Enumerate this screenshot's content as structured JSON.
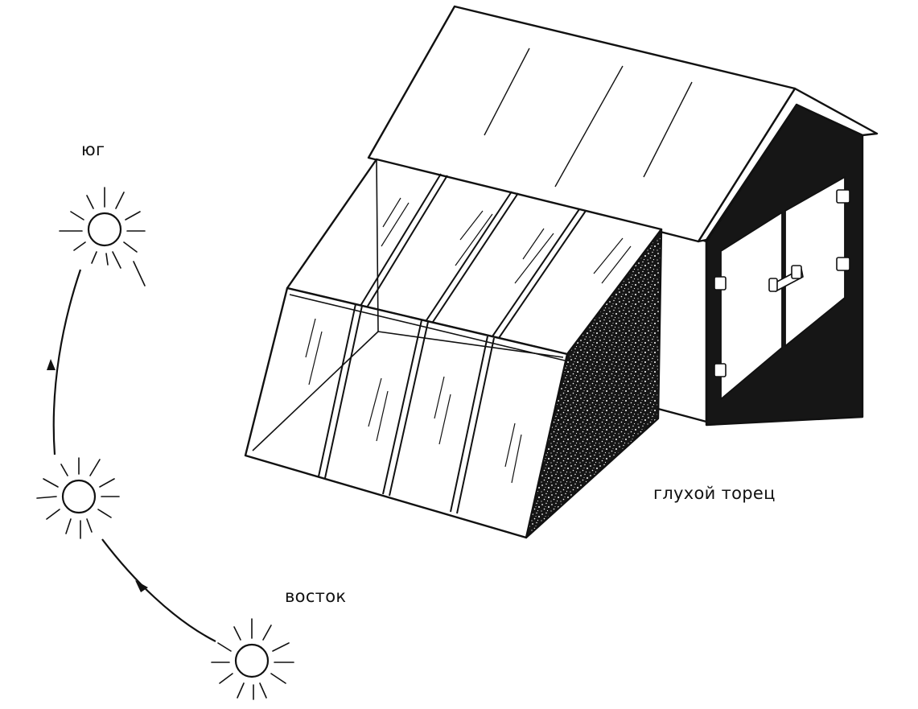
{
  "labels": {
    "south": "юг",
    "east": "восток",
    "blind_end": "глухой торец"
  },
  "colors": {
    "ink": "#111111",
    "paper": "#ffffff"
  },
  "icons": {
    "sun": "sun-icon",
    "arrow": "sun-path-arrow"
  }
}
